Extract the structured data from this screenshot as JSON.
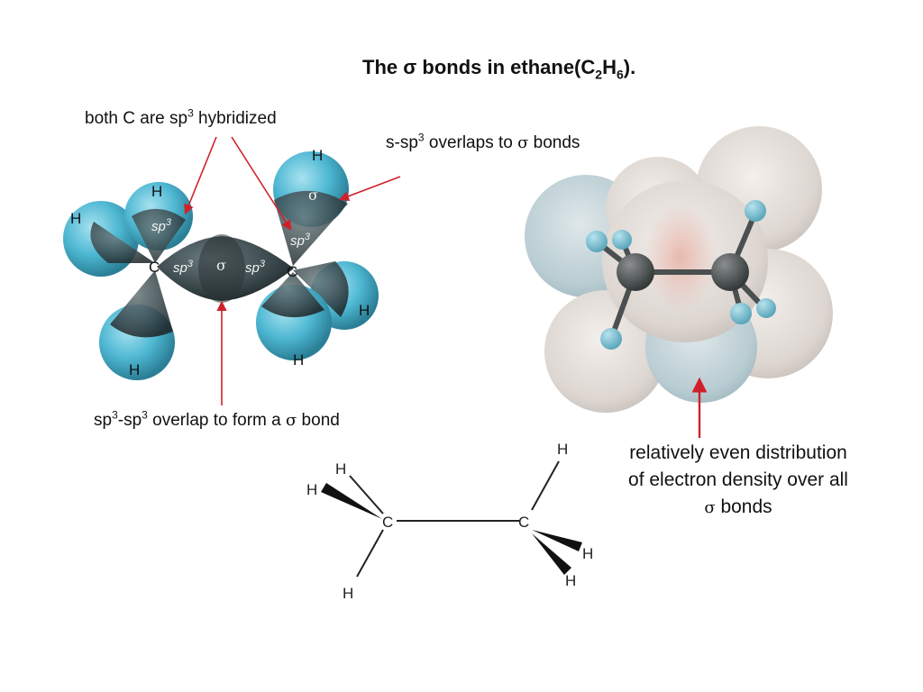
{
  "title": {
    "text": "The σ bonds in ethane(C",
    "sub1": "2",
    "mid": "H",
    "sub2": "6",
    "end": ")."
  },
  "labels": {
    "hybridized": {
      "a": "both C are sp",
      "sup": "3",
      "b": " hybridized"
    },
    "ssp3": {
      "a": "s-sp",
      "sup": "3",
      "b": " overlaps to ",
      "sigma": "σ",
      "c": " bonds"
    },
    "sp3sp3": {
      "a": "sp",
      "sup1": "3",
      "b": "-sp",
      "sup2": "3",
      "c": " overlap to form a ",
      "sigma": "σ",
      "d": " bond"
    },
    "distribution": {
      "text": "relatively even distribution of electron density over all ",
      "sigma": "σ",
      "end": " bonds"
    }
  },
  "orbital_model": {
    "atoms": {
      "H": "H",
      "C": "C"
    },
    "orbital_text": {
      "sp": "sp",
      "three": "3",
      "sigma": "σ"
    }
  },
  "structure": {
    "H": "H",
    "C": "C"
  },
  "colors": {
    "arrow": "#d0202a",
    "hydrogen": "#4fb8d3",
    "orbital": "#3d4b4f",
    "surface": "#e7e3df"
  }
}
